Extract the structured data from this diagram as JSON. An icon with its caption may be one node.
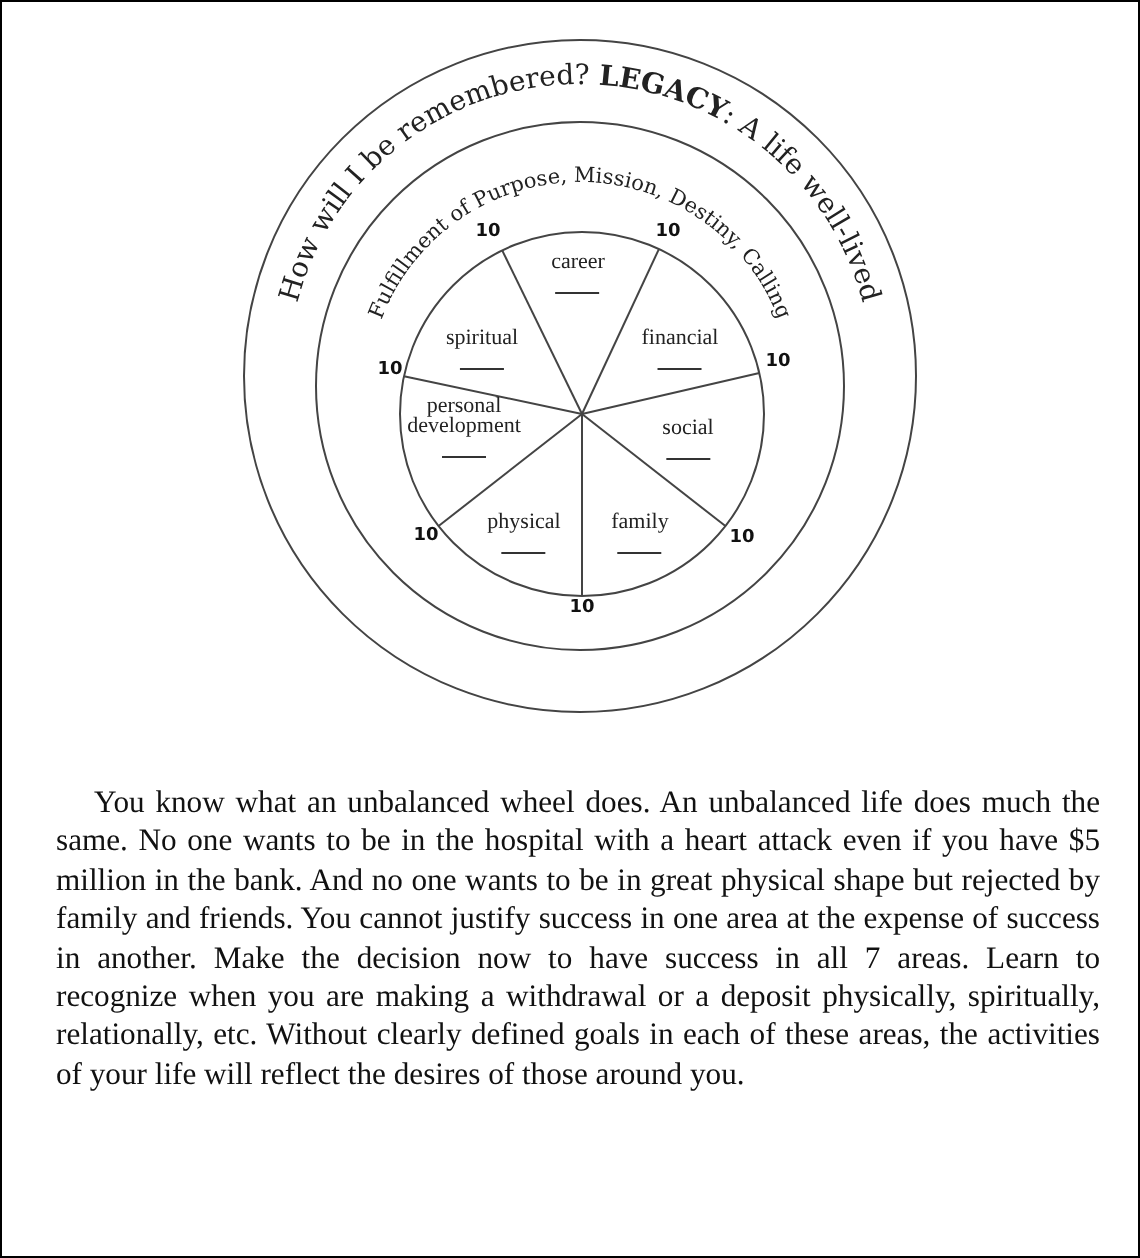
{
  "diagram": {
    "caption": "You know what an unbalanced wheel does. An unbalanced life does much the same. No one wants to be in the hospital with a heart attack even if you have $5 million in the bank. And no one wants to be in great physical shape but rejected by family and friends. You cannot justify success in one area at the expense of success in another. Make the decision now to have success in all 7 areas. Learn to recognize when you are making a withdrawal or a deposit physically, spiritually, relationally, etc. Without clearly defined goals in each of these areas, the activities of your life will reflect the desires of those around you.",
    "nodes": [
      {
        "text": [],
        "shape": "circle"
      },
      {
        "text": [],
        "shape": "circle",
        "in": 0
      },
      {
        "text": [],
        "shape": "circle",
        "in": 1
      },
      {
        "text": [
          "career"
        ],
        "in": 2
      },
      {
        "text": [
          "spiritual"
        ],
        "in": 2
      },
      {
        "text": [
          "financial"
        ],
        "in": 2
      },
      {
        "text": [
          "personal development"
        ],
        "in": 2
      },
      {
        "text": [
          "social"
        ],
        "in": 2
      },
      {
        "text": [
          "physical"
        ],
        "in": 2
      },
      {
        "text": [
          "family"
        ],
        "in": 2
      }
    ],
    "edges": [],
    "labels": [
      "How will I be remembered? **LEGACY**: A life well-lived",
      "Fulfillment of Purpose, Mission, Destiny, Calling",
      "10",
      "10",
      "10",
      "10",
      "10",
      "10",
      "10"
    ]
  }
}
